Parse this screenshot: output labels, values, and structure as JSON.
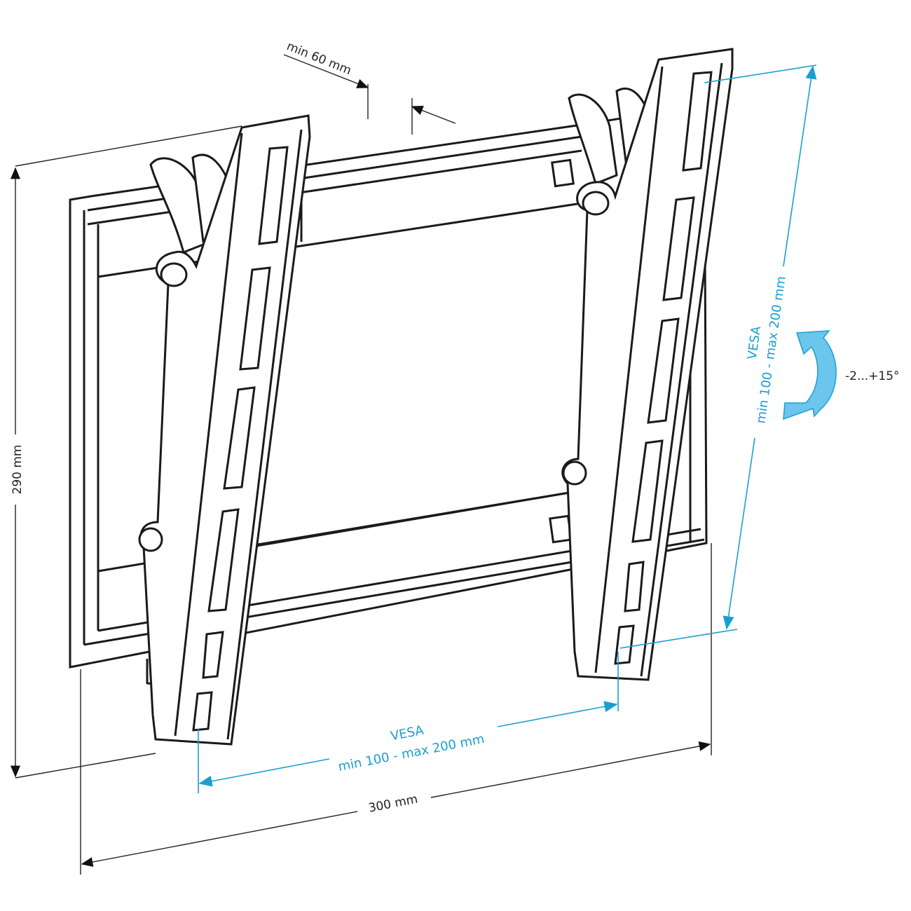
{
  "dimensions": {
    "height": "290 mm",
    "width": "300 mm",
    "wall_gap": "min 60 mm",
    "tilt": "-2...+15°"
  },
  "vesa_horizontal": {
    "title": "VESA",
    "range": "min 100 - max 200 mm"
  },
  "vesa_vertical": {
    "title": "VESA",
    "range": "min 100 - max 200 mm"
  },
  "colors": {
    "line": "#1a1a1a",
    "vesa": "#1a9fd0",
    "tilt_arrow": "#6cc5ec"
  }
}
